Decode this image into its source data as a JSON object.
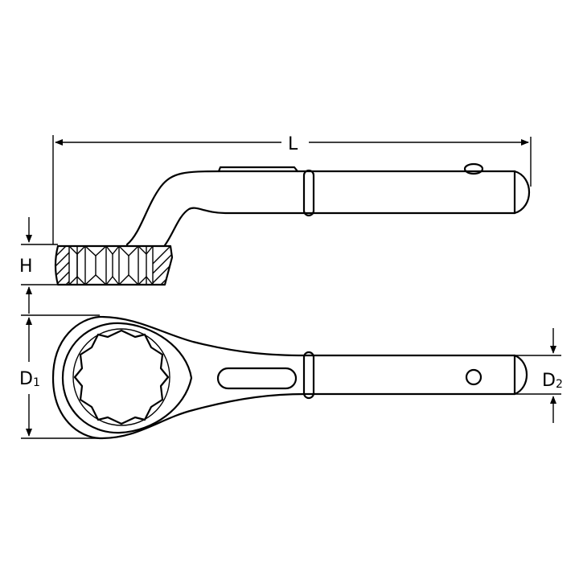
{
  "drawing": {
    "subject": "offset striking ring wrench, side and top views",
    "background": "#ffffff",
    "line_color": "#000000"
  },
  "dimensions": {
    "length": {
      "label": "L"
    },
    "height": {
      "label": "H"
    },
    "ring_diameter": {
      "label": "D",
      "subscript": "1"
    },
    "handle_diameter": {
      "label": "D",
      "subscript": "2"
    }
  }
}
